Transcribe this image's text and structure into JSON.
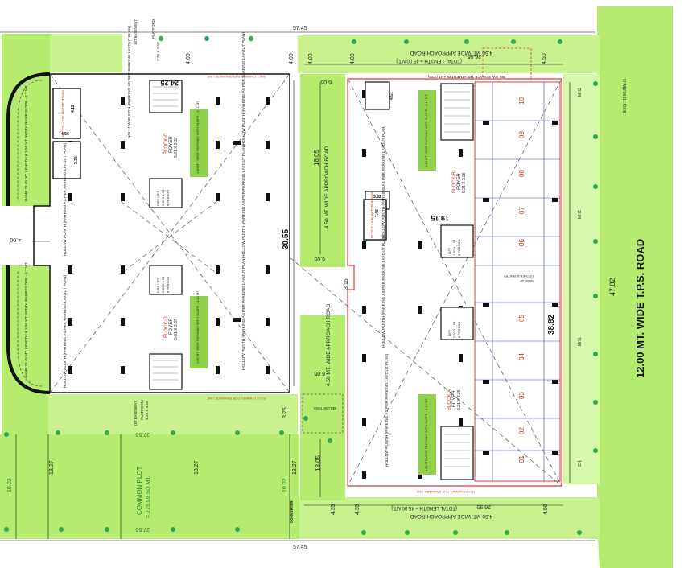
{
  "colors": {
    "green": "#b5ec6f",
    "green_dark": "#8fd24a",
    "red": "#e23b3b",
    "blue": "#2a3fbf",
    "tree": "#2fa84f"
  },
  "road": {
    "label": "12.00 MT. WIDE T.P.S. ROAD",
    "width_dim": "47.82",
    "exit_note": "EXIS.TO MUNM.H."
  },
  "dims": {
    "top_total": "57.45",
    "bottom_total": "57.45",
    "d_400_a": "4.00",
    "d_400_b": "4.00",
    "d_400_c": "4.00",
    "d_400_d": "4.00",
    "d_2695_top": "26.95",
    "d_2695_bot": "26.95",
    "d_450_top": "4.50",
    "d_450_bot": "4.50",
    "d_435_a": "4.35",
    "d_435_b": "4.35",
    "d_2425": "24.25",
    "d_3055": "30.55",
    "d_1805_a": "18.05",
    "d_1805_b": "18.05",
    "d_1915": "19.15",
    "d_3882": "38.82",
    "d_605_a": "6.05",
    "d_605_b": "6.05",
    "d_605_c": "6.05",
    "d_315": "3.15",
    "d_325": "3.25",
    "d_1327_a": "13.27",
    "d_1327_b": "13.27",
    "d_1327_c": "13.27",
    "d_1002_a": "10.02",
    "d_1002_b": "10.02",
    "d_2750_a": "27.50",
    "d_2750_b": "27.50",
    "d_400_left": "4.00"
  },
  "roads": {
    "top_road": "4.50 MT. WIDE APPROACH ROAD",
    "top_road_len": "(TOTAL LENGTH = 45.00 MT.)",
    "bottom_road": "4.50 MT. WIDE APPROACH ROAD",
    "bottom_road_len": "(TOTAL LENGTH = 45.00 MT.)",
    "mid_road_1": "4.50 MT. WIDE APPROACH ROAD",
    "mid_road_2": "4.50 MT. WIDE APPROACH ROAD"
  },
  "ramps": {
    "ramp_top": "RAMP 23.45 MT. LENGTH & 3.50 MT. WIDTH RAMP SLOPE - 1:7 MT.",
    "ramp_bottom": "RAMP 23.45 MT. LENGTH & 3.50 MT. WIDTH RAMP SLOPE - 1:7 MT."
  },
  "blocks": {
    "block_c": "BLOCK-C",
    "block_c_foyer": "FOYER",
    "block_c_size": "5.81 X 3.37",
    "block_d": "BLOCK-D",
    "block_d_foyer": "FOYER",
    "block_d_size": "5.81 X 3.37",
    "block_b": "BLOCK-B",
    "block_b_foyer": "FOYER",
    "block_b_size": "9.21 X 3.26",
    "block_a": "BLOCK-A",
    "block_a_foyer": "FOYER",
    "block_a_size": "9.21 X 3.26",
    "block_c_meter": "BLOCK - C/D METER ROOM",
    "block_a_meter": "BLOCK - A/B METER ROOM",
    "block_c_size2": "4.11",
    "block_c_size3": "4.56",
    "block_c_size4": "3.35",
    "block_a_size2": "4.51",
    "block_a_size3": "3.82",
    "block_a_size4": "7.45"
  },
  "plinth": {
    "hollow": "HOLLOW PLINTH (PARKING AS PER PARKING LAYOUT PLAN)"
  },
  "pathway": {
    "label": "1.80 MT. WIDE PATHWAY WITH SLOPE - 1:12 MT."
  },
  "lift": {
    "label": "LIFT",
    "size": "2.30 X 1.54",
    "persons": "8 PERSON",
    "fire": "FIRE LIFT"
  },
  "common_plot": {
    "label": "COMMON PLOT",
    "area": "= 275.55 SQ.MT."
  },
  "sewage": {
    "label": "BELOW SEWAGE TREATMENT PLANT (STP)"
  },
  "platform": {
    "label": "PLATFORM",
    "size": "3.29 X 4.50"
  },
  "misc": {
    "wall_top": "WALL CHANNEL FOR DRAINAGE LINE",
    "wall_bot": "R.C.C CHANNEL FOR DRAINAGE LINE",
    "tank": "BELOW TANK",
    "converter": "CONVERTER",
    "basement": "1ST BASEMENT",
    "kitchen": "KITCHEN & PANTRY",
    "ramp_up": "RAMP UP"
  },
  "shops": [
    "01",
    "02",
    "03",
    "04",
    "05",
    "06",
    "07",
    "08",
    "09",
    "10"
  ],
  "right_labels": {
    "c1": "C-1",
    "mh1": "MH1",
    "mh2": "MH2",
    "mh3": "MH3"
  }
}
